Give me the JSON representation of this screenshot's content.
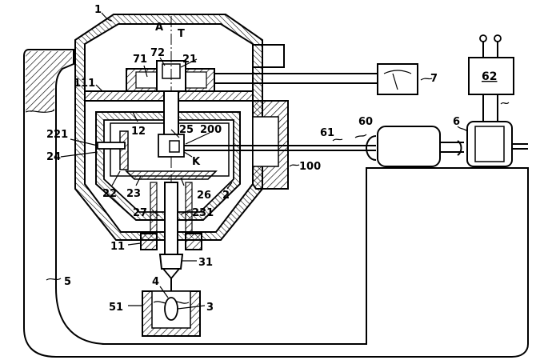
{
  "labels": {
    "l1": "1",
    "lA": "A",
    "lT": "T",
    "l71": "71",
    "l72": "72",
    "l21": "21",
    "l111": "111",
    "l7": "7",
    "l62": "62",
    "l60": "60",
    "l61": "61",
    "l6": "6",
    "l221": "221",
    "l12": "12",
    "l25": "25",
    "l200": "200",
    "l24": "24",
    "lK": "K",
    "l100": "100",
    "l22": "22",
    "l23": "23",
    "l26": "26",
    "l2": "2",
    "l27": "27",
    "l231": "231",
    "l11": "11",
    "l31": "31",
    "l5": "5",
    "l4": "4",
    "l51": "51",
    "l3": "3"
  }
}
